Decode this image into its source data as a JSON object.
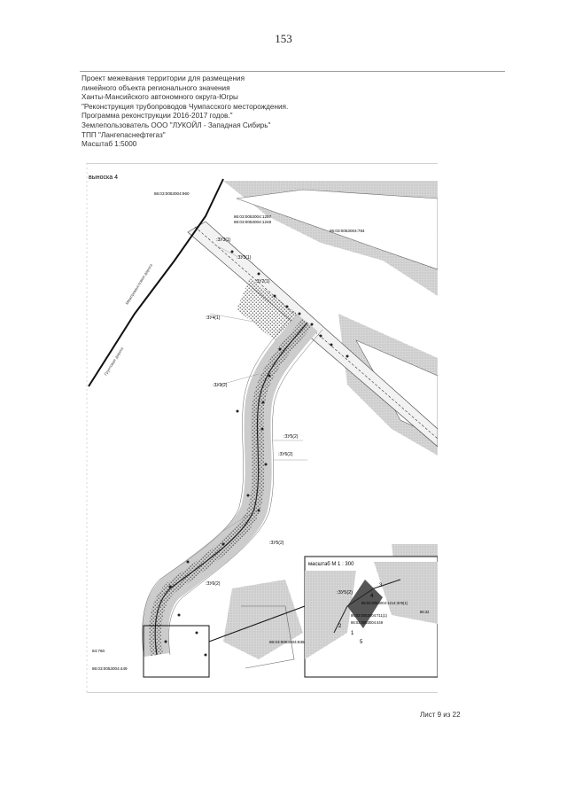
{
  "page_number": "153",
  "header": {
    "lines": [
      "Проект межевания территории для размещения",
      "линейного объекта регионального значения",
      "Ханты-Мансийского автономного округа-Югры",
      "\"Реконструкция трубопроводов Чумпасского месторождения.",
      "Программа реконструкции 2016-2017 годов.\"",
      "Землепользователь ООО \"ЛУКОЙЛ - Западная Сибирь\"",
      "ТПП \"Лангепаснефтегаз\"",
      "Масштаб 1:5000"
    ]
  },
  "map": {
    "callout_title": "выноска 4",
    "inset_title": "масштаб М 1 : 300",
    "cadastral": {
      "c1": "86:03:0053004:960",
      "c2": "86:03:0053004:1257",
      "c3": "86:03:0053004:1248",
      "c4": "86:03:0053004:784",
      "c5": "86:03:0053004:836",
      "c6": "86:03:0053004:449",
      "c7": "84:760",
      "i1": "86:03:0053004:1214:ЗУ5(1)",
      "i2": "86:03:0053004:711(1)",
      "i3": "86:03:0053004:449",
      "i4": "86:42"
    },
    "zones": {
      "z1": ":ЗУ3(1)",
      "z2": ":ЗУ3(1)",
      "z3": ":ЗУ2(1)",
      "z4": ":ЗУ4(1)",
      "z5": ":ЗУ3(2)",
      "z6": ":ЗУ5(2)",
      "z7": ":ЗУ6(2)",
      "z8": ":ЗУ5(2)",
      "z9": ":ЗУ6(2)",
      "zi": ":ЗУ5(2)"
    },
    "roads": {
      "r1": "Межпромысловая дорога",
      "r2": "Грунтовая дорога"
    },
    "inset_points": [
      "1",
      "2",
      "3",
      "4",
      "5"
    ]
  },
  "footer": {
    "sheet": "Лист 9 из 22"
  }
}
